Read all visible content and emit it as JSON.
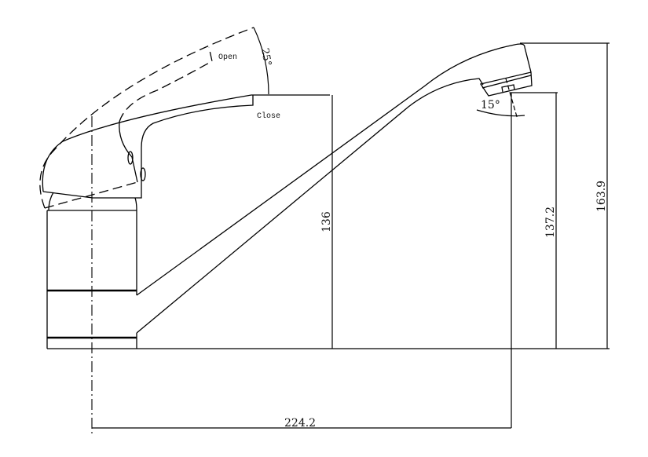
{
  "drawing": {
    "subject": "single-lever kitchen faucet side elevation",
    "labels": {
      "open": "Open",
      "close": "Close",
      "lever_angle": "25°",
      "aerator_angle": "15°"
    },
    "dimensions": {
      "lever_height": "136",
      "outlet_height": "137.2",
      "total_height": "163.9",
      "reach": "224.2"
    },
    "colors": {
      "line": "#000000",
      "background": "#ffffff"
    }
  }
}
